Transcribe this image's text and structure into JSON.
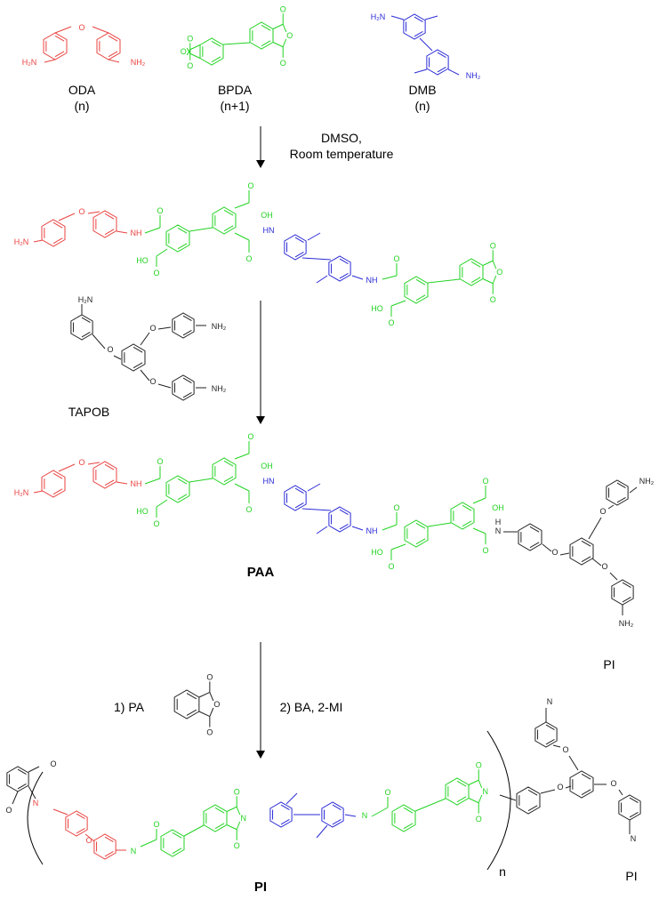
{
  "colors": {
    "oda": "#e8423f",
    "bpda": "#22d322",
    "dmb": "#2a2ad6",
    "tapob": "#222222"
  },
  "monomers": [
    {
      "name": "ODA",
      "count": "(n)"
    },
    {
      "name": "BPDA",
      "count": "(n+1)"
    },
    {
      "name": "DMB",
      "count": "(n)"
    }
  ],
  "steps": {
    "step1_line1": "DMSO,",
    "step1_line2": "Room temperature",
    "tapob": "TAPOB",
    "paa": "PAA",
    "pa": "1) PA",
    "ba": "2) BA, 2-MI",
    "pi": "PI",
    "repeat": "n",
    "end_pi_top": "PI",
    "end_pi_bottom": "PI"
  },
  "atom_labels": {
    "h2n": "H₂N",
    "nh2": "NH₂",
    "o": "O",
    "nh": "NH",
    "hn": "HN",
    "h": "H",
    "n": "N",
    "oh": "OH",
    "ho": "HO",
    "sub2": "2"
  }
}
